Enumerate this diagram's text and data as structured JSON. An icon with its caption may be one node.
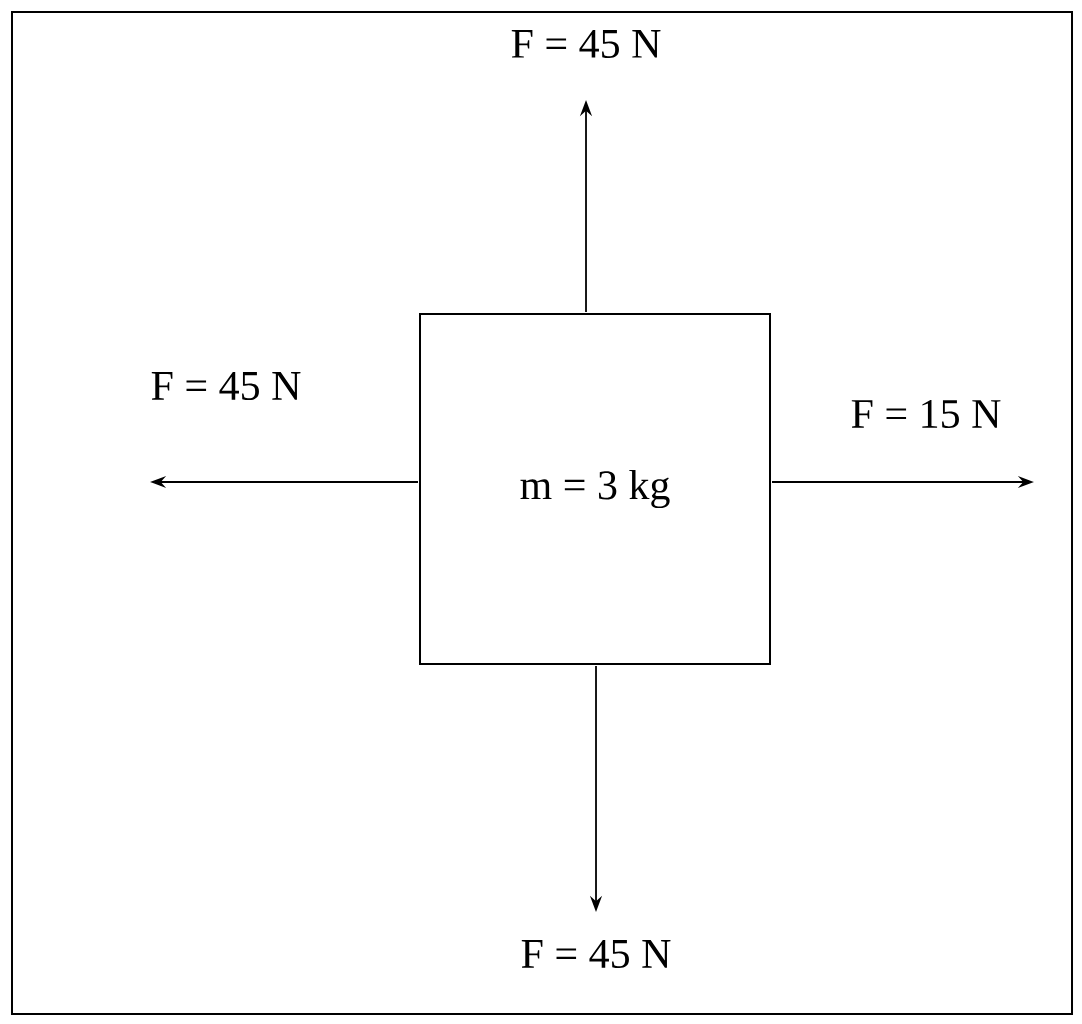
{
  "diagram": {
    "nodes": [
      {
        "text": [
          "m = 3 kg"
        ]
      }
    ],
    "labels": [
      "F = 45 N",
      "F = 45 N",
      "F = 15 N",
      "F = 45 N"
    ]
  }
}
